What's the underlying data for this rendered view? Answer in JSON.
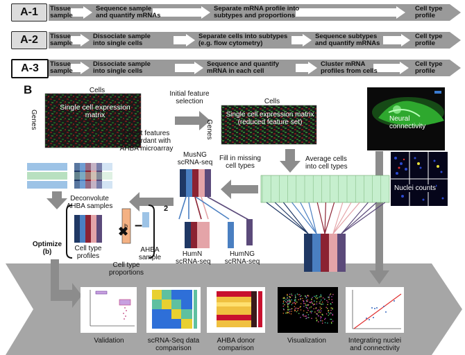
{
  "panel_a": {
    "rows": [
      {
        "label": "A-1",
        "steps": [
          "Tissue\nsample",
          "Sequence sample\nand quantify mRNAs",
          "Separate mRNA profile into\nsubtypes and proportions",
          "Cell type\nprofile"
        ]
      },
      {
        "label": "A-2",
        "steps": [
          "Tissue\nsample",
          "Dissociate sample\ninto single cells",
          "Separate cells into subtypes\n(e.g. flow cytometry)",
          "Sequence subtypes\nand quantify mRNAs",
          "Cell type\nprofile"
        ]
      },
      {
        "label": "A-3",
        "steps": [
          "Tissue\nsample",
          "Dissociate sample\ninto single cells",
          "Sequence and quantify\nmRNA in each cell",
          "Cluster mRNA\nprofiles from cells",
          "Cell type\nprofile"
        ]
      }
    ]
  },
  "panel_b": {
    "label": "B",
    "matrix1": {
      "cols_label": "Cells",
      "rows_label": "Genes",
      "title": "Single cell expression matrix"
    },
    "initial_feature": "Initial feature\nselection",
    "matrix2": {
      "cols_label": "Cells",
      "rows_label": "Genes",
      "title": "Single cell expression matrix\n(reduced feature set)"
    },
    "neural_connectivity": "Neural\nconnectivity",
    "nuclei_counts": "Nuclei counts",
    "select_features": "Select features\nconcordant with\nAHBA microarray",
    "musng": "MusNG\nscRNA-seq",
    "fill_missing": "Fill in missing\ncell types",
    "average_cells": "Average cells\ninto cell types",
    "deconvolute": "Deconvolute\nAHBA samples",
    "humn": "HumN\nscRNA-seq",
    "humng": "HumNG\nscRNA-seq",
    "optimize": "Optimize\n(b)",
    "cell_type_profiles": "Cell type\nprofiles",
    "b_symbol": "b",
    "exponent": "2",
    "ahba_sample": "AHBA\nsample",
    "cell_type_proportions": "Cell type\nproportions",
    "outputs": [
      "Validation",
      "scRNA-Seq data\ncomparison",
      "AHBA donor\ncomparison",
      "Visualization",
      "Integrating nuclei\nand connectivity"
    ],
    "colors": {
      "dark_navy": "#1f3864",
      "blue": "#4a7fc1",
      "dark_red": "#8b2232",
      "pink": "#e4a4a8",
      "purple": "#5b4a7a",
      "light_blue": "#9dc3e6",
      "light_green": "#c6efce",
      "orange": "#f4b183",
      "arrow_gray": "#8c8c8c",
      "band_gray": "#a6a6a6"
    }
  }
}
